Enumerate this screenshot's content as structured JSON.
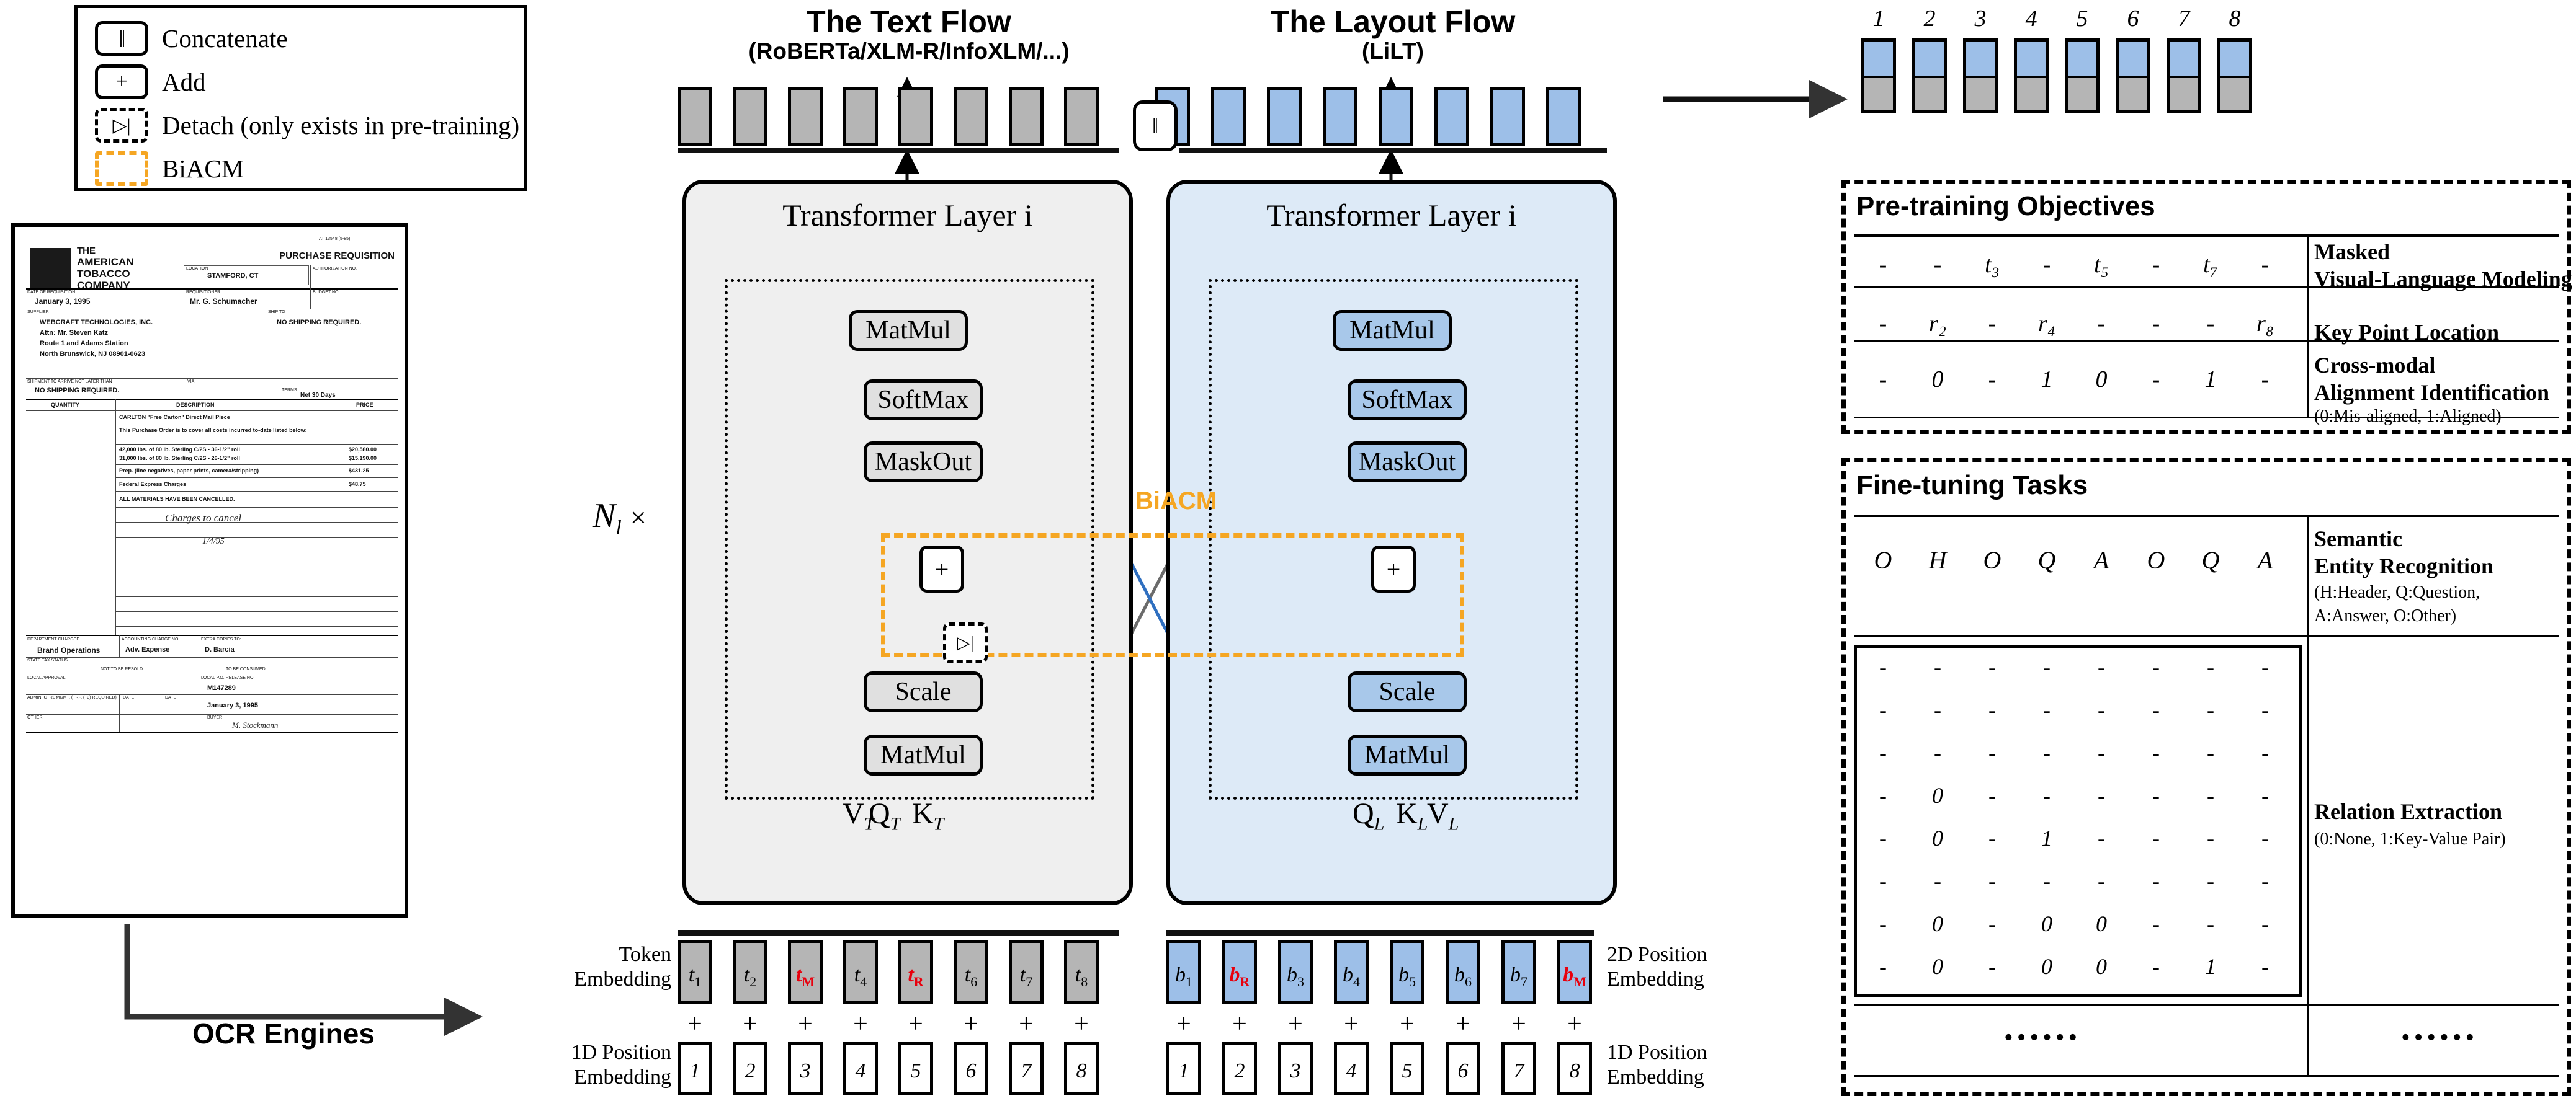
{
  "legend": {
    "items": [
      {
        "icon": "concatenate-icon",
        "glyph": "‖",
        "label": "Concatenate"
      },
      {
        "icon": "add-icon",
        "glyph": "+",
        "label": "Add"
      },
      {
        "icon": "detach-icon",
        "glyph": "▷|",
        "label": "Detach (only exists in pre-training)"
      },
      {
        "icon": "biacm-swatch-icon",
        "glyph": "",
        "label": "BiACM"
      }
    ]
  },
  "document": {
    "company": [
      "THE",
      "AMERICAN",
      "TOBACCO",
      "COMPANY"
    ],
    "form_title": "PURCHASE REQUISITION",
    "corner_note": "AT 13548 (5-85)",
    "fields": [
      {
        "label": "LOCATION",
        "value": "STAMFORD, CT"
      },
      {
        "label": "AUTHORIZATION NO.",
        "value": ""
      },
      {
        "label": "DATE OF REQUISITION",
        "value": "January 3, 1995"
      },
      {
        "label": "REQUISITIONER",
        "value": "Mr. G. Schumacher"
      },
      {
        "label": "BUDGET NO.",
        "value": ""
      },
      {
        "label": "SUPPLIER",
        "value": ""
      },
      {
        "label": "SHIP TO",
        "value": "NO SHIPPING REQUIRED."
      },
      {
        "label": "SHIPMENT TO ARRIVE NOT LATER THAN",
        "value": "NO SHIPPING REQUIRED."
      },
      {
        "label": "VIA",
        "value": ""
      },
      {
        "label": "TERMS",
        "value": "Net 30 Days"
      }
    ],
    "supplier_lines": [
      "WEBCRAFT TECHNOLOGIES, INC.",
      "Attn: Mr. Steven Katz",
      "Route 1 and Adams Station",
      "North Brunswick, NJ 08901-0623"
    ],
    "table_headers": [
      "QUANTITY",
      "DESCRIPTION",
      "PRICE"
    ],
    "table_rows": [
      {
        "qty": "",
        "desc": "CARLTON \"Free Carton\" Direct Mail Piece",
        "price": ""
      },
      {
        "qty": "",
        "desc": "This Purchase Order is to cover all costs incurred to-date listed below:",
        "price": ""
      },
      {
        "qty": "",
        "desc": "42,000 lbs. of 80 lb. Sterling C/2S - 36-1/2\" roll",
        "price": "$20,580.00"
      },
      {
        "qty": "",
        "desc": "31,000 lbs. of 80 lb. Sterling C/2S - 26-1/2\" roll",
        "price": "$15,190.00"
      },
      {
        "qty": "",
        "desc": "Prep. (line negatives, paper prints, camera/stripping)",
        "price": "$431.25"
      },
      {
        "qty": "",
        "desc": "Federal Express Charges",
        "price": "$48.75"
      },
      {
        "qty": "",
        "desc": "ALL MATERIALS HAVE BEEN CANCELLED.",
        "price": ""
      }
    ],
    "handwriting": [
      "Charges to cancel",
      "1/4/95"
    ],
    "footer": {
      "dept_charged_label": "DEPARTMENT CHARGED",
      "dept_charged": "Brand Operations",
      "acct_label": "ACCOUNTING CHARGE NO.",
      "acct": "Adv. Expense",
      "extra_label": "EXTRA COPIES TO:",
      "extra": "D. Barcia",
      "state_tax": "STATE TAX STATUS",
      "checkbox1": "NOT TO BE RESOLD",
      "checkbox2": "TO BE CONSUMED",
      "local_approval": "LOCAL APPROVAL",
      "po_release": "LOCAL P.O. RELEASE NO.",
      "po_number": "M147289",
      "admin_label": "ADMIN. CTRL MGMT. (TRF. (+3) REQUIRED)",
      "date_label": "DATE",
      "date_value": "January 3, 1995",
      "other_label": "OTHER",
      "buyer_label": "BUYER",
      "buyer": "M. Stockmann"
    }
  },
  "ocr": {
    "label": "OCR Engines",
    "arrow_icon": "right-arrow-icon"
  },
  "text_flow": {
    "title": "The Text Flow",
    "subtitle": "(RoBERTa/XLM-R/InfoXLM/...)",
    "layer_title": "Transformer Layer i",
    "ops": [
      "MatMul",
      "SoftMax",
      "MaskOut",
      "Scale",
      "MatMul"
    ],
    "inputs": [
      "V",
      "Q",
      "K"
    ],
    "input_subscript": "T",
    "tokens": [
      {
        "base": "t",
        "sub": "1",
        "red": false
      },
      {
        "base": "t",
        "sub": "2",
        "red": false
      },
      {
        "base": "t",
        "sub": "M",
        "red": true
      },
      {
        "base": "t",
        "sub": "4",
        "red": false
      },
      {
        "base": "t",
        "sub": "R",
        "red": true
      },
      {
        "base": "t",
        "sub": "6",
        "red": false
      },
      {
        "base": "t",
        "sub": "7",
        "red": false
      },
      {
        "base": "t",
        "sub": "8",
        "red": false
      }
    ],
    "positions": [
      "1",
      "2",
      "3",
      "4",
      "5",
      "6",
      "7",
      "8"
    ]
  },
  "layout_flow": {
    "title": "The Layout Flow",
    "subtitle": "(LiLT)",
    "layer_title": "Transformer Layer i",
    "ops": [
      "MatMul",
      "SoftMax",
      "MaskOut",
      "Scale",
      "MatMul"
    ],
    "inputs": [
      "Q",
      "K",
      "V"
    ],
    "input_subscript": "L",
    "tokens": [
      {
        "base": "b",
        "sub": "1",
        "red": false
      },
      {
        "base": "b",
        "sub": "R",
        "red": true
      },
      {
        "base": "b",
        "sub": "3",
        "red": false
      },
      {
        "base": "b",
        "sub": "4",
        "red": false
      },
      {
        "base": "b",
        "sub": "5",
        "red": false
      },
      {
        "base": "b",
        "sub": "6",
        "red": false
      },
      {
        "base": "b",
        "sub": "7",
        "red": false
      },
      {
        "base": "b",
        "sub": "M",
        "red": true
      }
    ],
    "positions": [
      "1",
      "2",
      "3",
      "4",
      "5",
      "6",
      "7",
      "8"
    ]
  },
  "labels": {
    "repeat": "N_l ×",
    "repeat_base": "N",
    "repeat_sub": "l",
    "repeat_times": "×",
    "biacm": "BiACM",
    "token_embedding": "Token\nEmbedding",
    "token_embedding_l1": "Token",
    "token_embedding_l2": "Embedding",
    "pos1d_l1": "1D Position",
    "pos1d_l2": "Embedding",
    "pos2d_l1": "2D Position",
    "pos2d_l2": "Embedding",
    "plus": "+",
    "concat": "‖"
  },
  "output_sequence": {
    "indices": [
      "1",
      "2",
      "3",
      "4",
      "5",
      "6",
      "7",
      "8"
    ],
    "top_color": "#9dbfe8",
    "bottom_color": "#b5b5b5"
  },
  "pretraining": {
    "title": "Pre-training Objectives",
    "rows": [
      {
        "cells": [
          "-",
          "-",
          "t₃",
          "-",
          "t₅",
          "-",
          "t₇",
          "-"
        ],
        "name_lines": [
          "Masked",
          "Visual-Language Modeling"
        ],
        "note": ""
      },
      {
        "cells": [
          "-",
          "r₂",
          "-",
          "r₄",
          "-",
          "-",
          "-",
          "r₈"
        ],
        "name_lines": [
          "Key Point Location"
        ],
        "note": ""
      },
      {
        "cells": [
          "-",
          "0",
          "-",
          "1",
          "0",
          "-",
          "1",
          "-"
        ],
        "name_lines": [
          "Cross-modal",
          "Alignment Identification"
        ],
        "note": "(0:Mis-aligned, 1:Aligned)"
      }
    ]
  },
  "finetuning": {
    "title": "Fine-tuning Tasks",
    "ser": {
      "cells": [
        "O",
        "H",
        "O",
        "Q",
        "A",
        "O",
        "Q",
        "A"
      ],
      "name_lines": [
        "Semantic",
        "Entity Recognition"
      ],
      "note_lines": [
        "(H:Header, Q:Question,",
        " A:Answer, O:Other)"
      ]
    },
    "re": {
      "matrix": [
        [
          "-",
          "-",
          "-",
          "-",
          "-",
          "-",
          "-",
          "-"
        ],
        [
          "-",
          "-",
          "-",
          "-",
          "-",
          "-",
          "-",
          "-"
        ],
        [
          "-",
          "-",
          "-",
          "-",
          "-",
          "-",
          "-",
          "-"
        ],
        [
          "-",
          "0",
          "-",
          "-",
          "-",
          "-",
          "-",
          "-"
        ],
        [
          "-",
          "0",
          "-",
          "1",
          "-",
          "-",
          "-",
          "-"
        ],
        [
          "-",
          "-",
          "-",
          "-",
          "-",
          "-",
          "-",
          "-"
        ],
        [
          "-",
          "0",
          "-",
          "0",
          "0",
          "-",
          "-",
          "-"
        ],
        [
          "-",
          "0",
          "-",
          "0",
          "0",
          "-",
          "1",
          "-"
        ]
      ],
      "name_lines": [
        "Relation Extraction"
      ],
      "note": "(0:None, 1:Key-Value Pair)"
    },
    "ellipsis": "••••••"
  }
}
